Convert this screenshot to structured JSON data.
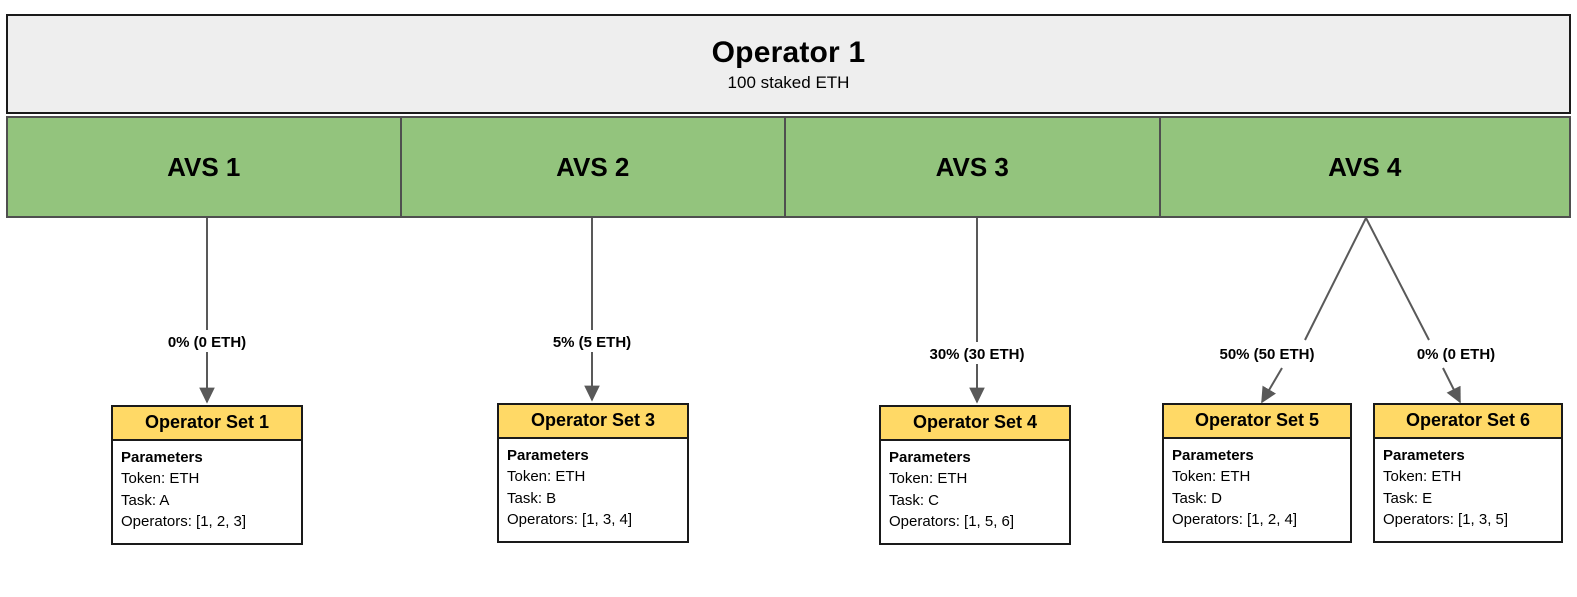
{
  "diagram": {
    "title": "Operator 1",
    "subtitle": "100 staked ETH",
    "colors": {
      "operator_band": "#eeeeee",
      "avs_fill": "#93c47d",
      "opset_header_fill": "#ffd966",
      "stroke": "#1a1a1a",
      "edge": "#595959"
    }
  },
  "avs": [
    {
      "label": "AVS 1"
    },
    {
      "label": "AVS 2"
    },
    {
      "label": "AVS 3"
    },
    {
      "label": "AVS 4"
    }
  ],
  "allocations": [
    {
      "label": "0% (0 ETH)",
      "percent": 0,
      "eth": 0,
      "from": "AVS 1",
      "to": "Operator Set 1"
    },
    {
      "label": "5% (5 ETH)",
      "percent": 5,
      "eth": 5,
      "from": "AVS 2",
      "to": "Operator Set 3"
    },
    {
      "label": "30% (30 ETH)",
      "percent": 30,
      "eth": 30,
      "from": "AVS 3",
      "to": "Operator Set 4"
    },
    {
      "label": "50% (50 ETH)",
      "percent": 50,
      "eth": 50,
      "from": "AVS 4",
      "to": "Operator Set 5"
    },
    {
      "label": "0% (0 ETH)",
      "percent": 0,
      "eth": 0,
      "from": "AVS 4",
      "to": "Operator Set 6"
    }
  ],
  "operator_sets": [
    {
      "title": "Operator Set 1",
      "params_title": "Parameters",
      "token": "Token: ETH",
      "task": "Task: A",
      "operators": "Operators: [1, 2, 3]"
    },
    {
      "title": "Operator Set 3",
      "params_title": "Parameters",
      "token": "Token: ETH",
      "task": "Task: B",
      "operators": "Operators: [1, 3, 4]"
    },
    {
      "title": "Operator Set 4",
      "params_title": "Parameters",
      "token": "Token: ETH",
      "task": "Task: C",
      "operators": "Operators: [1, 5, 6]"
    },
    {
      "title": "Operator Set 5",
      "params_title": "Parameters",
      "token": "Token: ETH",
      "task": "Task: D",
      "operators": "Operators: [1, 2, 4]"
    },
    {
      "title": "Operator Set 6",
      "params_title": "Parameters",
      "token": "Token: ETH",
      "task": "Task: E",
      "operators": "Operators: [1, 3, 5]"
    }
  ]
}
